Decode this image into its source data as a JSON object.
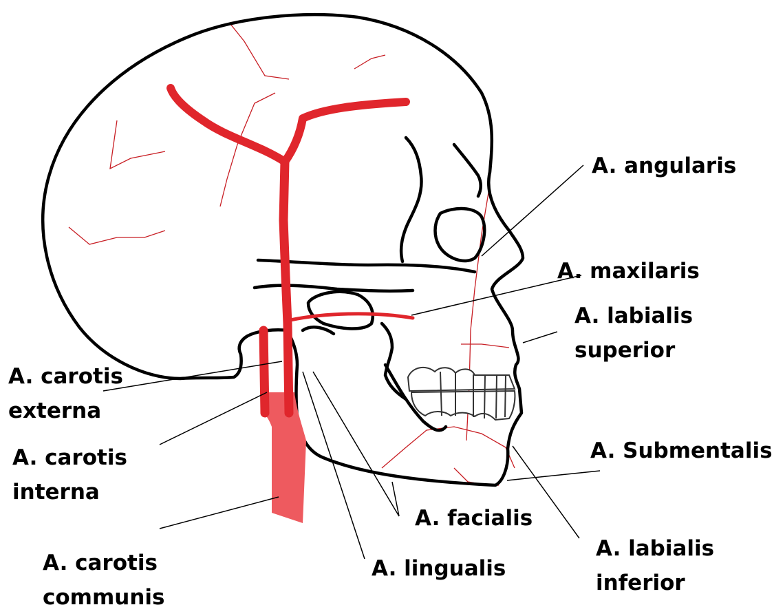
{
  "colors": {
    "outline": "#000000",
    "artery": "#e0262c",
    "artery_thin": "#c81e24",
    "common_carotid": "#ee5a5f",
    "leader": "#000000",
    "background": "#ffffff"
  },
  "labels": {
    "angularis": "A. angularis",
    "maxilaris": "A. maxilaris",
    "labialis_superior_1": "A. labialis",
    "labialis_superior_2": "superior",
    "carotis_externa_1": "A. carotis",
    "carotis_externa_2": "externa",
    "carotis_interna_1": "A. carotis",
    "carotis_interna_2": "interna",
    "submentalis": "A. Submentalis",
    "facialis": "A. facialis",
    "labialis_inferior_1": "A. labialis",
    "labialis_inferior_2": "inferior",
    "lingualis": "A. lingualis",
    "carotis_communis_1": "A. carotis",
    "carotis_communis_2": "communis"
  }
}
